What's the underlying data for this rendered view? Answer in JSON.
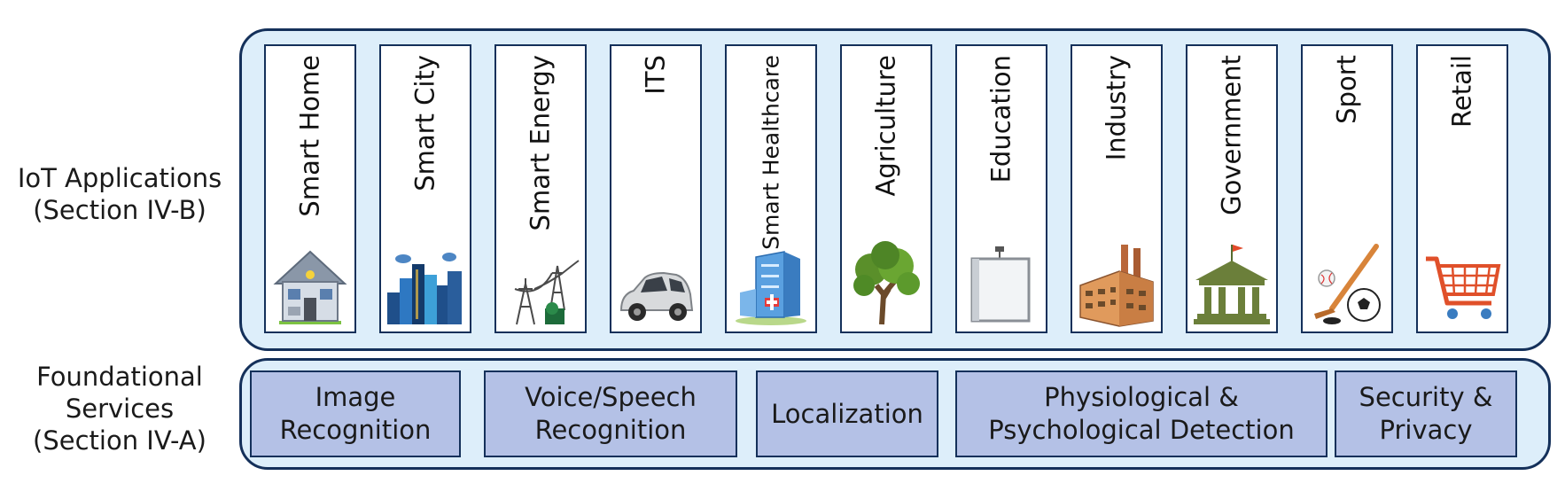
{
  "layers": {
    "applications": {
      "label_line1": "IoT Applications",
      "label_line2": "(Section IV-B)"
    },
    "foundational": {
      "label_line1": "Foundational",
      "label_line2": "Services",
      "label_line3": "(Section IV-A)"
    }
  },
  "applications": [
    {
      "label": "Smart Home",
      "icon": "house-icon"
    },
    {
      "label": "Smart City",
      "icon": "city-skyline-icon"
    },
    {
      "label": "Smart Energy",
      "icon": "power-pylon-icon"
    },
    {
      "label": "ITS",
      "icon": "car-icon"
    },
    {
      "label": "Smart Healthcare",
      "icon": "hospital-icon"
    },
    {
      "label": "Agriculture",
      "icon": "tree-icon"
    },
    {
      "label": "Education",
      "icon": "whiteboard-icon"
    },
    {
      "label": "Industry",
      "icon": "factory-icon"
    },
    {
      "label": "Government",
      "icon": "government-building-icon"
    },
    {
      "label": "Sport",
      "icon": "sports-equipment-icon"
    },
    {
      "label": "Retail",
      "icon": "shopping-cart-icon"
    }
  ],
  "services": [
    {
      "line1": "Image",
      "line2": "Recognition"
    },
    {
      "line1": "Voice/Speech",
      "line2": "Recognition"
    },
    {
      "line1": "Localization",
      "line2": ""
    },
    {
      "line1": "Physiological &",
      "line2": "Psychological Detection"
    },
    {
      "line1": "Security &",
      "line2": "Privacy"
    }
  ],
  "colors": {
    "panel_fill": "#ddeefa",
    "border": "#14305a",
    "service_fill": "#b4c1e6",
    "app_fill": "#ffffff"
  }
}
